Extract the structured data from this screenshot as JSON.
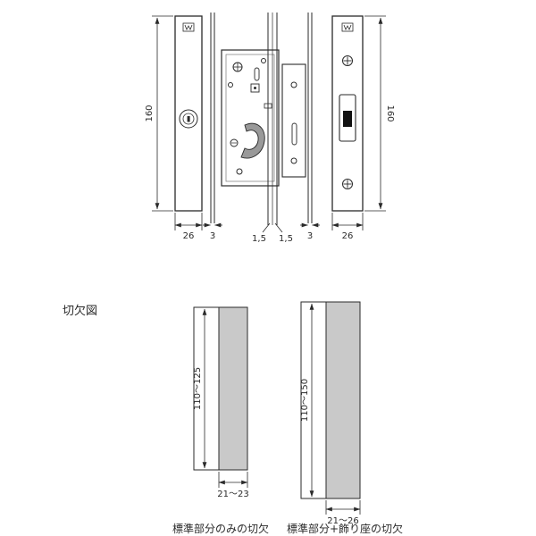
{
  "top": {
    "left_height": "160",
    "right_height": "160",
    "left_width": "26",
    "right_width": "26",
    "gap_left": "3",
    "gap_mid_left": "1,5",
    "gap_mid_right": "1,5",
    "gap_right": "3"
  },
  "cutout": {
    "title": "切欠図",
    "left": {
      "height": "110〜125",
      "width": "21〜23",
      "caption": "標準部分のみの切欠"
    },
    "right": {
      "height": "110〜150",
      "width": "21〜26",
      "caption": "標準部分+飾り座の切欠"
    }
  },
  "colors": {
    "line": "#2a2a2a",
    "gray_fill": "#c9c9c9",
    "hook_fill": "#999999"
  }
}
